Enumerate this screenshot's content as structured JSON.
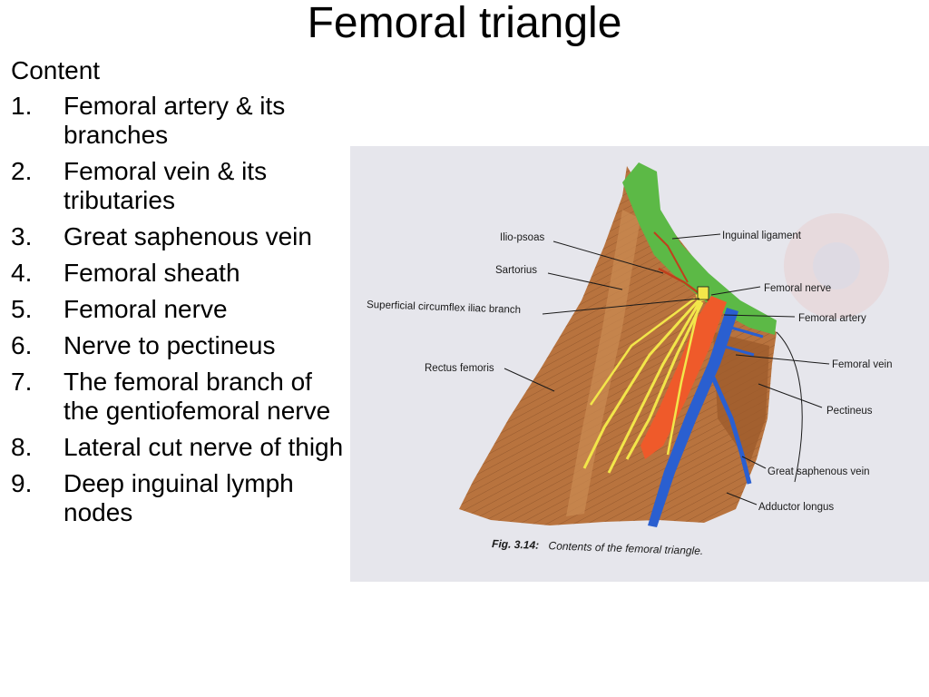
{
  "slide": {
    "title": "Femoral triangle",
    "content_heading": "Content",
    "items": [
      {
        "num": "1.",
        "text": "Femoral artery & its branches"
      },
      {
        "num": "2.",
        "text": "Femoral vein & its tributaries"
      },
      {
        "num": "3.",
        "text": "Great saphenous vein"
      },
      {
        "num": "4.",
        "text": "Femoral sheath"
      },
      {
        "num": "5.",
        "text": "Femoral nerve"
      },
      {
        "num": "6.",
        "text": "Nerve to pectineus"
      },
      {
        "num": "7.",
        "text": "The femoral branch of the gentiofemoral nerve"
      },
      {
        "num": "8.",
        "text": "Lateral cut nerve of thigh"
      },
      {
        "num": "9.",
        "text": "Deep inguinal lymph nodes"
      }
    ]
  },
  "figure": {
    "labels": {
      "ilio_psoas": "Ilio-psoas",
      "sartorius": "Sartorius",
      "superficial_circumflex": "Superficial circumflex iliac branch",
      "rectus_femoris": "Rectus femoris",
      "inguinal_ligament": "Inguinal ligament",
      "femoral_nerve": "Femoral nerve",
      "femoral_artery": "Femoral artery",
      "femoral_vein": "Femoral vein",
      "pectineus": "Pectineus",
      "great_saphenous": "Great saphenous vein",
      "adductor_longus": "Adductor longus"
    },
    "caption_fig": "Fig. 3.14:",
    "caption_text": "Contents of the femoral triangle.",
    "colors": {
      "muscle": "#b8733e",
      "muscle_dark": "#7a4520",
      "ligament": "#5cb946",
      "artery": "#ef5a2a",
      "vein": "#2a5fd0",
      "nerve": "#f2e64a",
      "background": "#e6e6ec"
    }
  }
}
